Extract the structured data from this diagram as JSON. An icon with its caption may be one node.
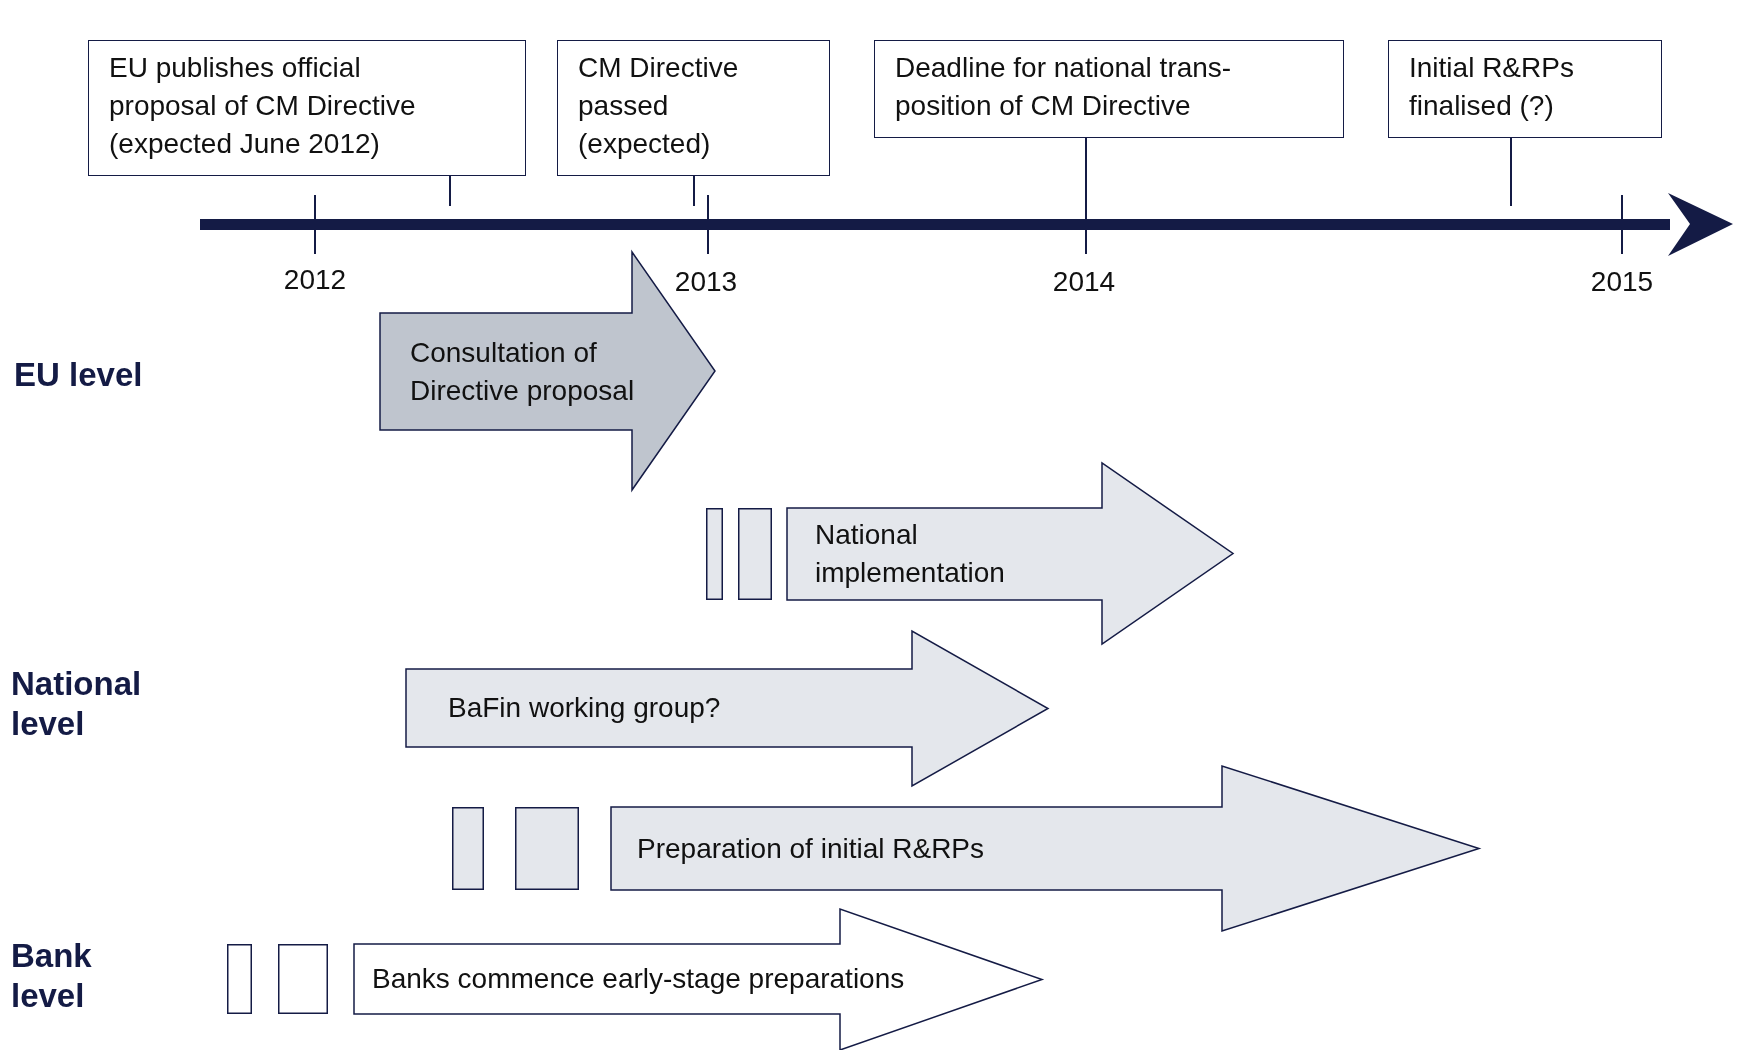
{
  "diagram": {
    "nodes": [
      {
        "text": [
          "EU publishes official proposal of CM Directive (expected June 2012)"
        ]
      },
      {
        "text": [
          "CM Directive passed (expected)"
        ]
      },
      {
        "text": [
          "Deadline for national trans- position of CM Directive"
        ]
      },
      {
        "text": [
          "Initial R&RPs finalised (?)"
        ]
      },
      {
        "text": [
          "Consultation of Directive proposal"
        ]
      },
      {
        "text": [],
        "shape": "box"
      },
      {
        "text": [],
        "shape": "box"
      },
      {
        "text": [
          "National implementation"
        ]
      },
      {
        "text": [
          "BaFin working group?"
        ]
      },
      {
        "text": [],
        "shape": "box"
      },
      {
        "text": [],
        "shape": "box"
      },
      {
        "text": [
          "Preparation of initial R&RPs"
        ]
      },
      {
        "text": [],
        "shape": "box"
      },
      {
        "text": [],
        "shape": "box"
      },
      {
        "text": [
          "Banks commence early-stage preparations"
        ]
      }
    ],
    "edges": [
      {
        "from": 0,
        "to": null,
        "arrow": "none"
      },
      {
        "from": 1,
        "to": null,
        "arrow": "none"
      },
      {
        "from": 2,
        "to": null,
        "arrow": "none"
      },
      {
        "from": 3,
        "to": null,
        "arrow": "none"
      }
    ],
    "labels": [
      "2012",
      "2013",
      "2014",
      "2015",
      "EU level",
      "National level",
      "Bank level"
    ]
  }
}
